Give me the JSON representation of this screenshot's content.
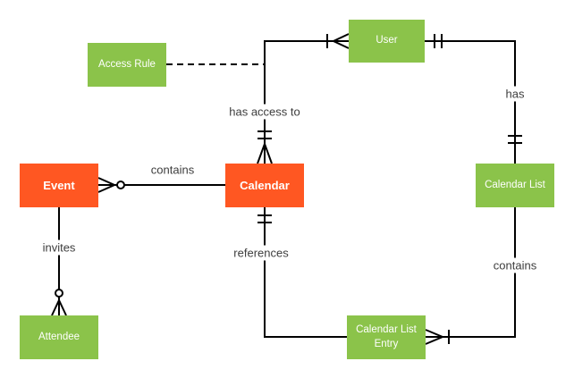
{
  "diagram": {
    "type": "entity-relationship",
    "notation": "crows-foot"
  },
  "entities": [
    {
      "id": "access-rule",
      "label": "Access Rule",
      "color_role": "green"
    },
    {
      "id": "user",
      "label": "User",
      "color_role": "green"
    },
    {
      "id": "event",
      "label": "Event",
      "color_role": "orange"
    },
    {
      "id": "calendar",
      "label": "Calendar",
      "color_role": "orange"
    },
    {
      "id": "calendar-list",
      "label": "Calendar List",
      "color_role": "green"
    },
    {
      "id": "attendee",
      "label": "Attendee",
      "color_role": "green"
    },
    {
      "id": "calendar-list-entry",
      "label": "Calendar List Entry",
      "color_role": "green"
    }
  ],
  "relationships": [
    {
      "label": "has access to",
      "between": [
        "Calendar",
        "User"
      ],
      "marker_at_calendar": "double-tick + crows-foot",
      "marker_at_user": "tick + crows-foot",
      "style": "solid"
    },
    {
      "label": "has",
      "between": [
        "User",
        "Calendar List"
      ],
      "marker_at_user": "double-tick",
      "marker_at_calendar_list": "double-tick",
      "style": "solid"
    },
    {
      "label": "contains",
      "between": [
        "Event",
        "Calendar"
      ],
      "marker_at_event": "crows-foot + circle",
      "style": "solid"
    },
    {
      "label": "contains",
      "between": [
        "Calendar List",
        "Calendar List Entry"
      ],
      "marker_at_calendar_list_entry": "crows-foot + tick",
      "style": "solid"
    },
    {
      "label": "references",
      "between": [
        "Calendar",
        "Calendar List Entry"
      ],
      "marker_at_calendar": "double-tick",
      "style": "solid"
    },
    {
      "label": "invites",
      "between": [
        "Event",
        "Attendee"
      ],
      "marker_at_attendee": "circle + crows-foot",
      "style": "solid"
    },
    {
      "label": "",
      "between": [
        "Access Rule",
        "has access to connector"
      ],
      "style": "dashed"
    }
  ],
  "colors": {
    "entity-green": "#8BC34A",
    "entity-orange": "#FF5722",
    "line": "#000000",
    "label-text": "#3D3D3D",
    "background": "#FFFFFF"
  }
}
